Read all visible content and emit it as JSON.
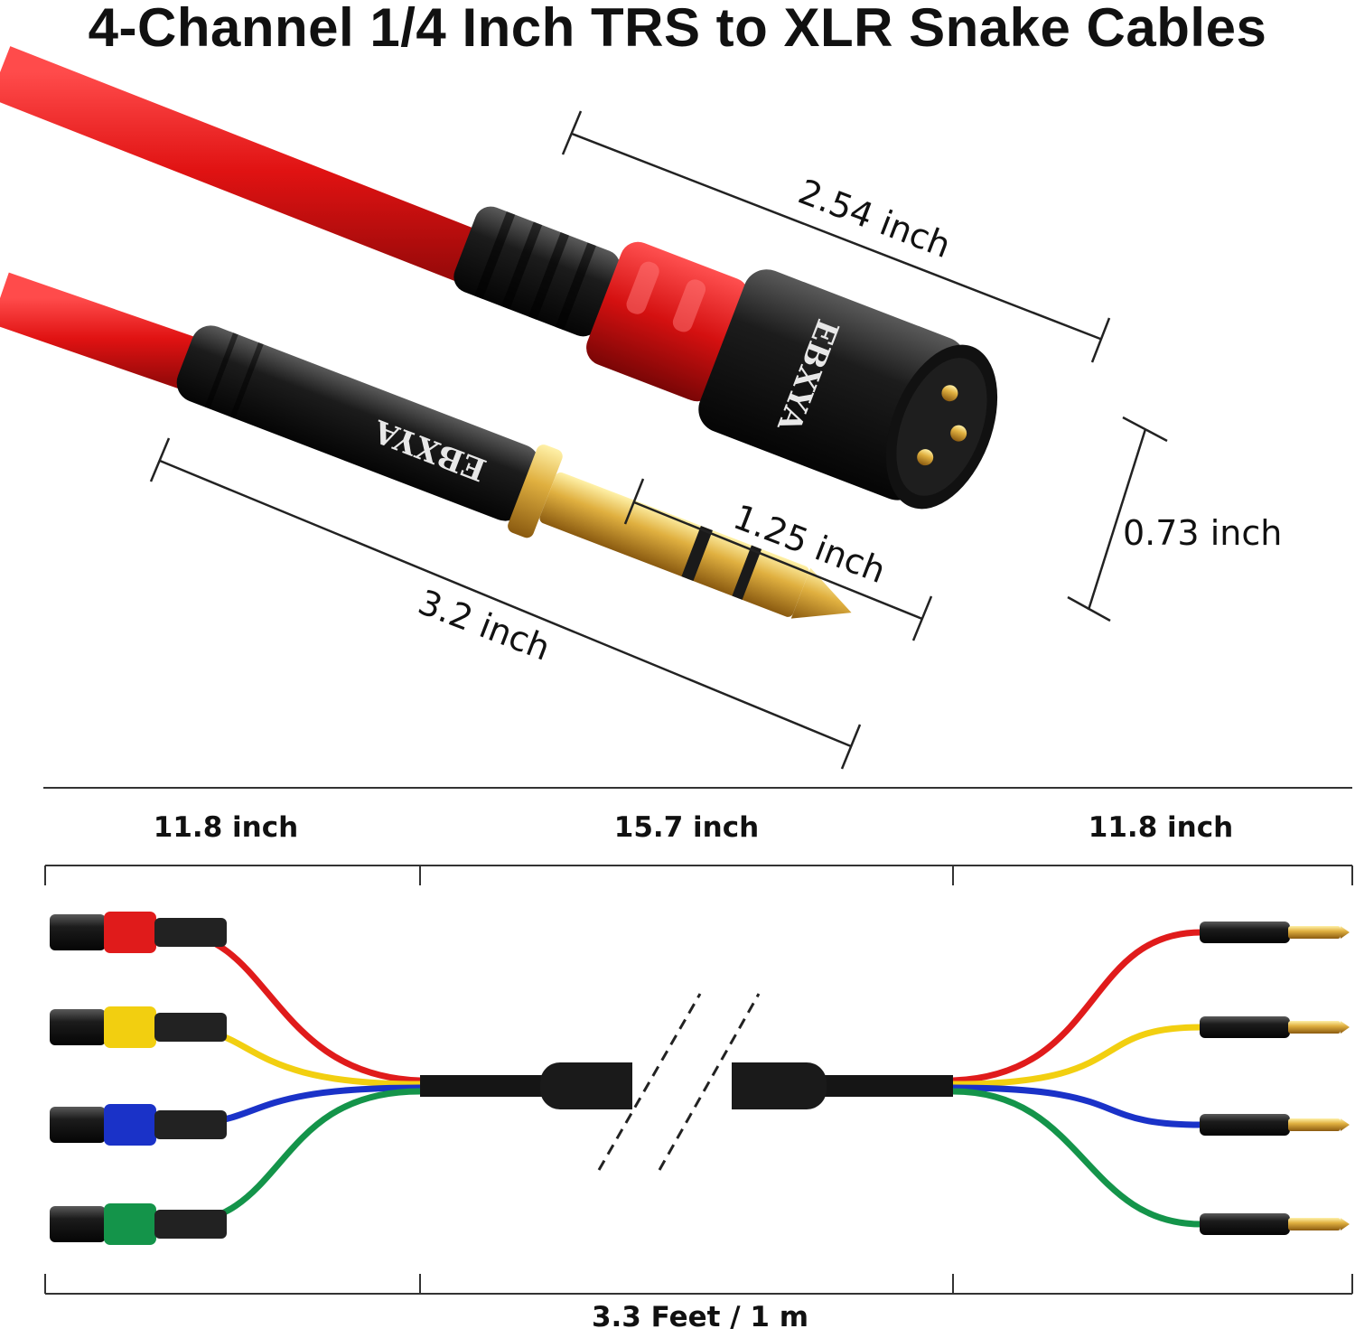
{
  "title": "4-Channel 1/4 Inch TRS to XLR Snake Cables",
  "brand_mark": "EBXYA",
  "connector_dimensions": {
    "xlr_length": "2.54 inch",
    "xlr_diameter": "0.73 inch",
    "trs_plug_length": "1.25 inch",
    "trs_total_length": "3.2 inch"
  },
  "cable_dimensions": {
    "left_breakout": "11.8 inch",
    "middle_section": "15.7 inch",
    "right_breakout": "11.8 inch",
    "total_length": "3.3 Feet / 1 m"
  },
  "channel_colors": [
    "#e01b1b",
    "#f2cf10",
    "#1a32c8",
    "#14944a"
  ],
  "icons": [
    "xlr-male-connector-icon",
    "trs-quarter-inch-plug-icon"
  ]
}
